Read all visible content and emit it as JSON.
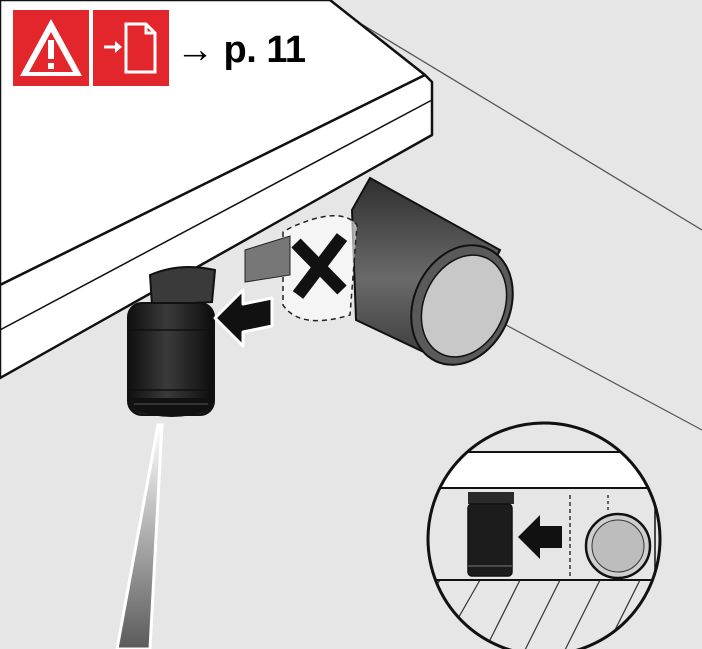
{
  "header": {
    "icons": [
      "warning-icon",
      "document-reference-icon"
    ],
    "page_ref": "→ p. 11"
  },
  "colors": {
    "accent_red": "#e3262b",
    "floor_gray": "#e6e6e6",
    "table_white": "#ffffff",
    "foot_black": "#1e1e1e",
    "pipe_gray": "#5c5c5c"
  },
  "illustration": {
    "scene": "table-foot-and-pipe",
    "prohibited": "x-mark-icon",
    "direction": "arrow-left-icon",
    "detail_view": "magnified-inset"
  }
}
